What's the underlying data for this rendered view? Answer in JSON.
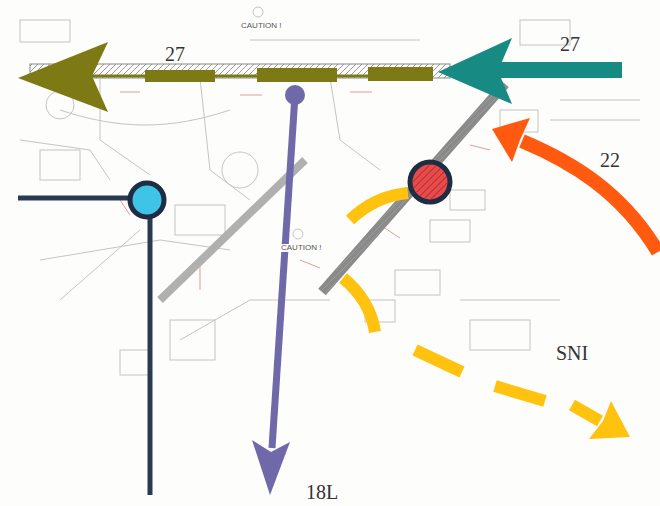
{
  "diagram": {
    "labels": [
      "27",
      "27",
      "22",
      "SNI",
      "18L",
      "CAUTION !",
      "CAUTION !"
    ]
  }
}
